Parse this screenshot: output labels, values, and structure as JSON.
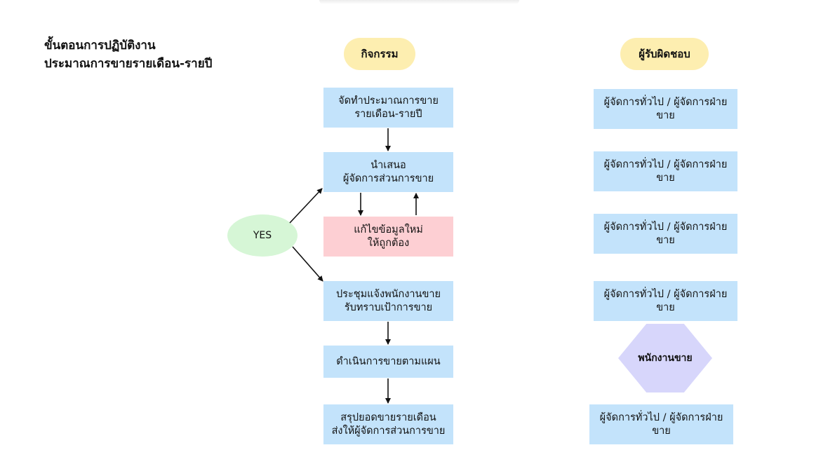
{
  "title": {
    "line1": "ขั้นตอนการปฏิบัติงาน",
    "line2": "ประมาณการขายรายเดือน-รายปี"
  },
  "headers": {
    "activity": "กิจกรรม",
    "responsible": "ผู้รับผิดชอบ"
  },
  "decision": {
    "label": "YES"
  },
  "activities": {
    "step1": {
      "line1": "จัดทำประมาณการขาย",
      "line2": "รายเดือน-รายปี"
    },
    "step2": {
      "line1": "นำเสนอ",
      "line2": "ผู้จัดการส่วนการขาย"
    },
    "step3": {
      "line1": "แก้ไขข้อมูลใหม่",
      "line2": "ให้ถูกต้อง"
    },
    "step4": {
      "line1": "ประชุมแจ้งพนักงานขาย",
      "line2": "รับทราบเป้าการขาย"
    },
    "step5": {
      "line1": "ดำเนินการขายตามแผน"
    },
    "step6": {
      "line1": "สรุปยอดขายรายเดือน",
      "line2": "ส่งให้ผู้จัดการส่วนการขาย"
    }
  },
  "responsibles": {
    "r1": {
      "line1": "ผู้จัดการทั่วไป / ผู้จัดการฝ่าย",
      "line2": "ขาย"
    },
    "r2": {
      "line1": "ผู้จัดการทั่วไป / ผู้จัดการฝ่าย",
      "line2": "ขาย"
    },
    "r3": {
      "line1": "ผู้จัดการทั่วไป / ผู้จัดการฝ่าย",
      "line2": "ขาย"
    },
    "r4": {
      "line1": "ผู้จัดการทั่วไป / ผู้จัดการฝ่าย",
      "line2": "ขาย"
    },
    "r5": {
      "label": "พนักงานขาย"
    },
    "r6": {
      "line1": "ผู้จัดการทั่วไป / ผู้จัดการฝ่าย",
      "line2": "ขาย"
    }
  },
  "colors": {
    "activity_box": "#c3e3fb",
    "correction_box": "#fdcfd3",
    "header_pill": "#fdeeb0",
    "decision": "#d6f6d6",
    "sales_staff": "#d7d6fb",
    "arrow": "#111111"
  }
}
